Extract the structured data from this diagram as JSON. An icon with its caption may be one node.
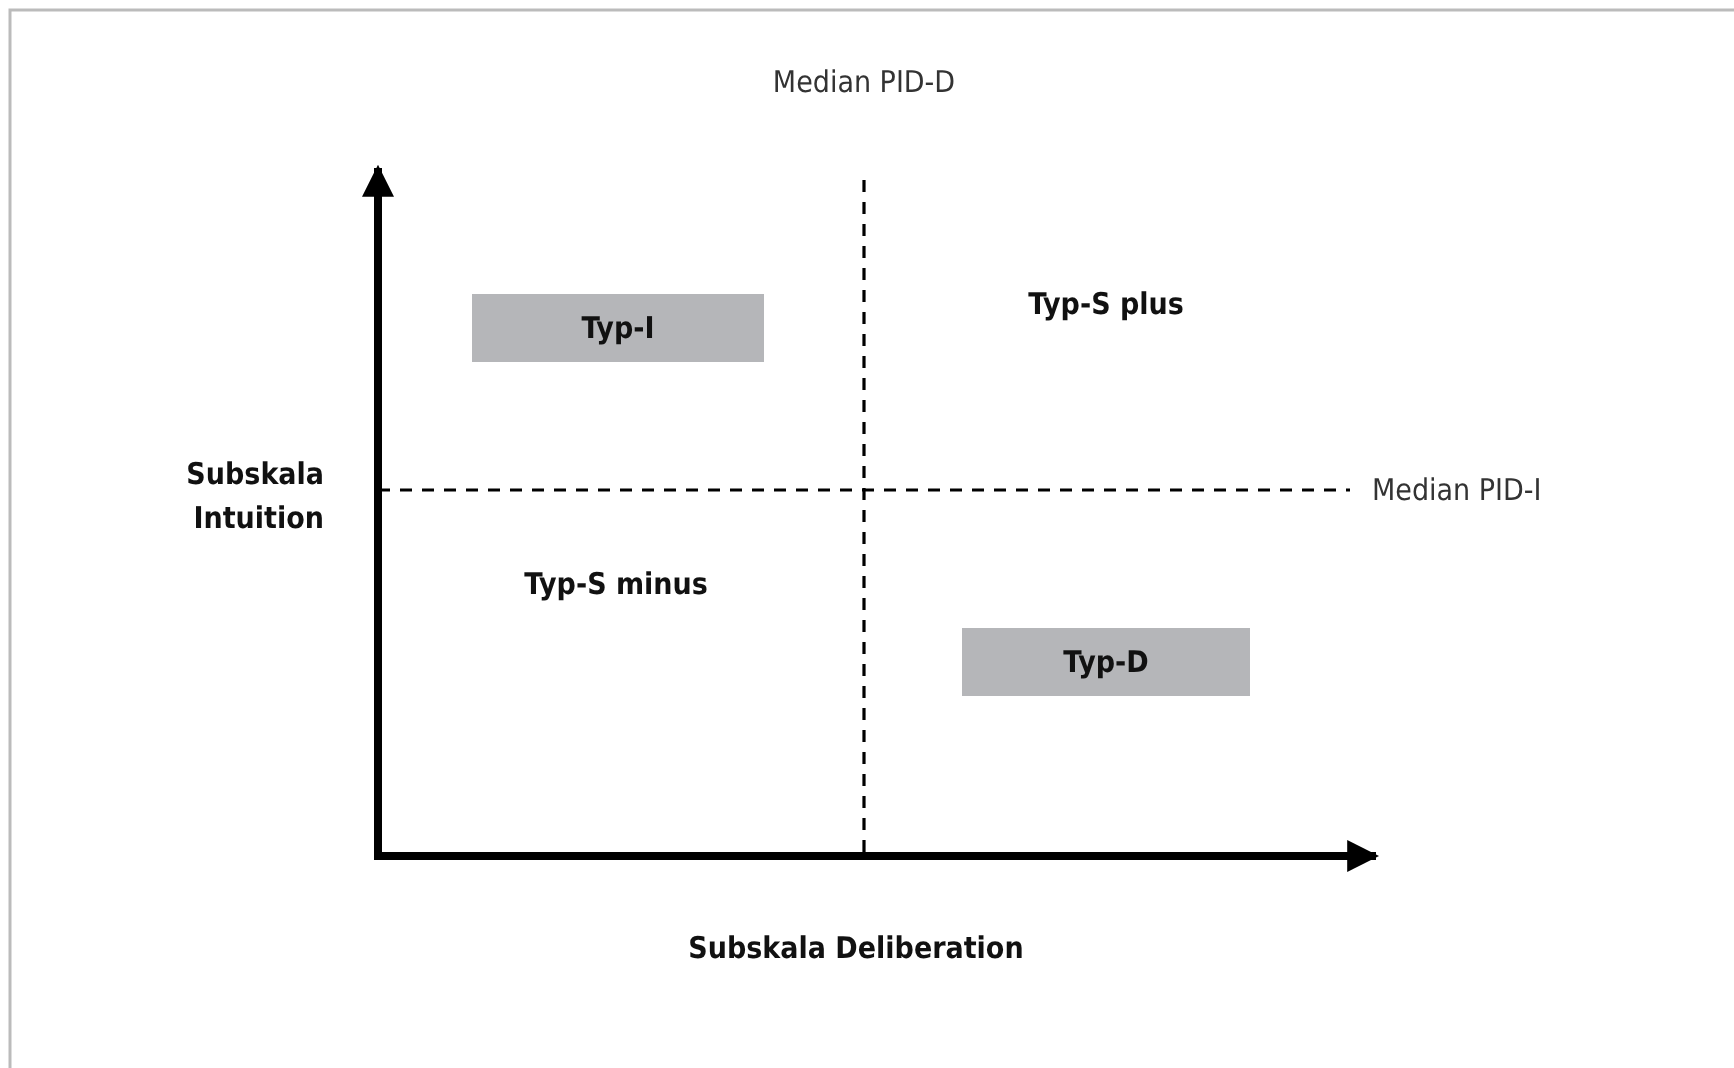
{
  "diagram": {
    "nodes": [
      {
        "text": [
          "Typ-I"
        ]
      },
      {
        "text": [
          "Typ-D"
        ]
      }
    ],
    "edges": [],
    "labels": [
      "Median PID-D",
      "Typ-S plus",
      "Subskala Intuition",
      "Median PID-I",
      "Typ-S minus",
      "Subskala Deliberation"
    ]
  }
}
